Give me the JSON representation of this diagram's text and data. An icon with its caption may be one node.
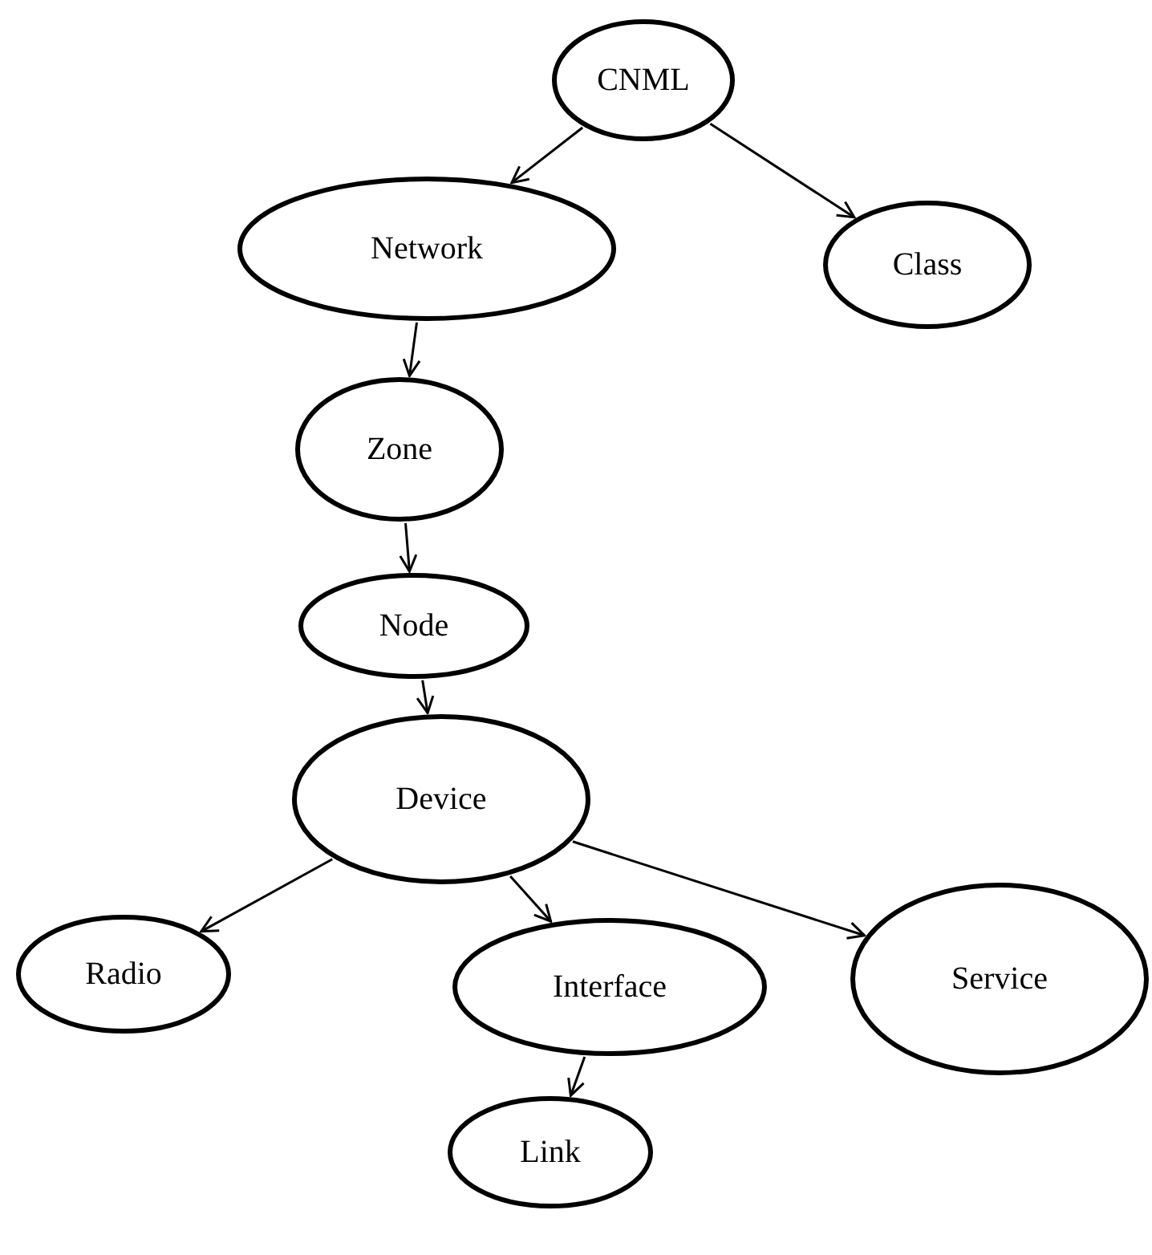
{
  "diagram": {
    "nodes": [
      {
        "text": [
          "CNML"
        ]
      },
      {
        "text": [
          "Network"
        ]
      },
      {
        "text": [
          "Class"
        ]
      },
      {
        "text": [
          "Zone"
        ]
      },
      {
        "text": [
          "Node"
        ]
      },
      {
        "text": [
          "Device"
        ]
      },
      {
        "text": [
          "Radio"
        ]
      },
      {
        "text": [
          "Interface"
        ]
      },
      {
        "text": [
          "Service"
        ]
      },
      {
        "text": [
          "Link"
        ]
      }
    ],
    "edges": [
      {
        "from": 0,
        "to": 1,
        "arrow": "to"
      },
      {
        "from": 0,
        "to": 2,
        "arrow": "to"
      },
      {
        "from": 1,
        "to": 3,
        "arrow": "to"
      },
      {
        "from": 3,
        "to": 4,
        "arrow": "to"
      },
      {
        "from": 4,
        "to": 5,
        "arrow": "to"
      },
      {
        "from": 5,
        "to": 6,
        "arrow": "to"
      },
      {
        "from": 5,
        "to": 7,
        "arrow": "to"
      },
      {
        "from": 5,
        "to": 8,
        "arrow": "to"
      },
      {
        "from": 7,
        "to": 9,
        "arrow": "to"
      }
    ]
  }
}
